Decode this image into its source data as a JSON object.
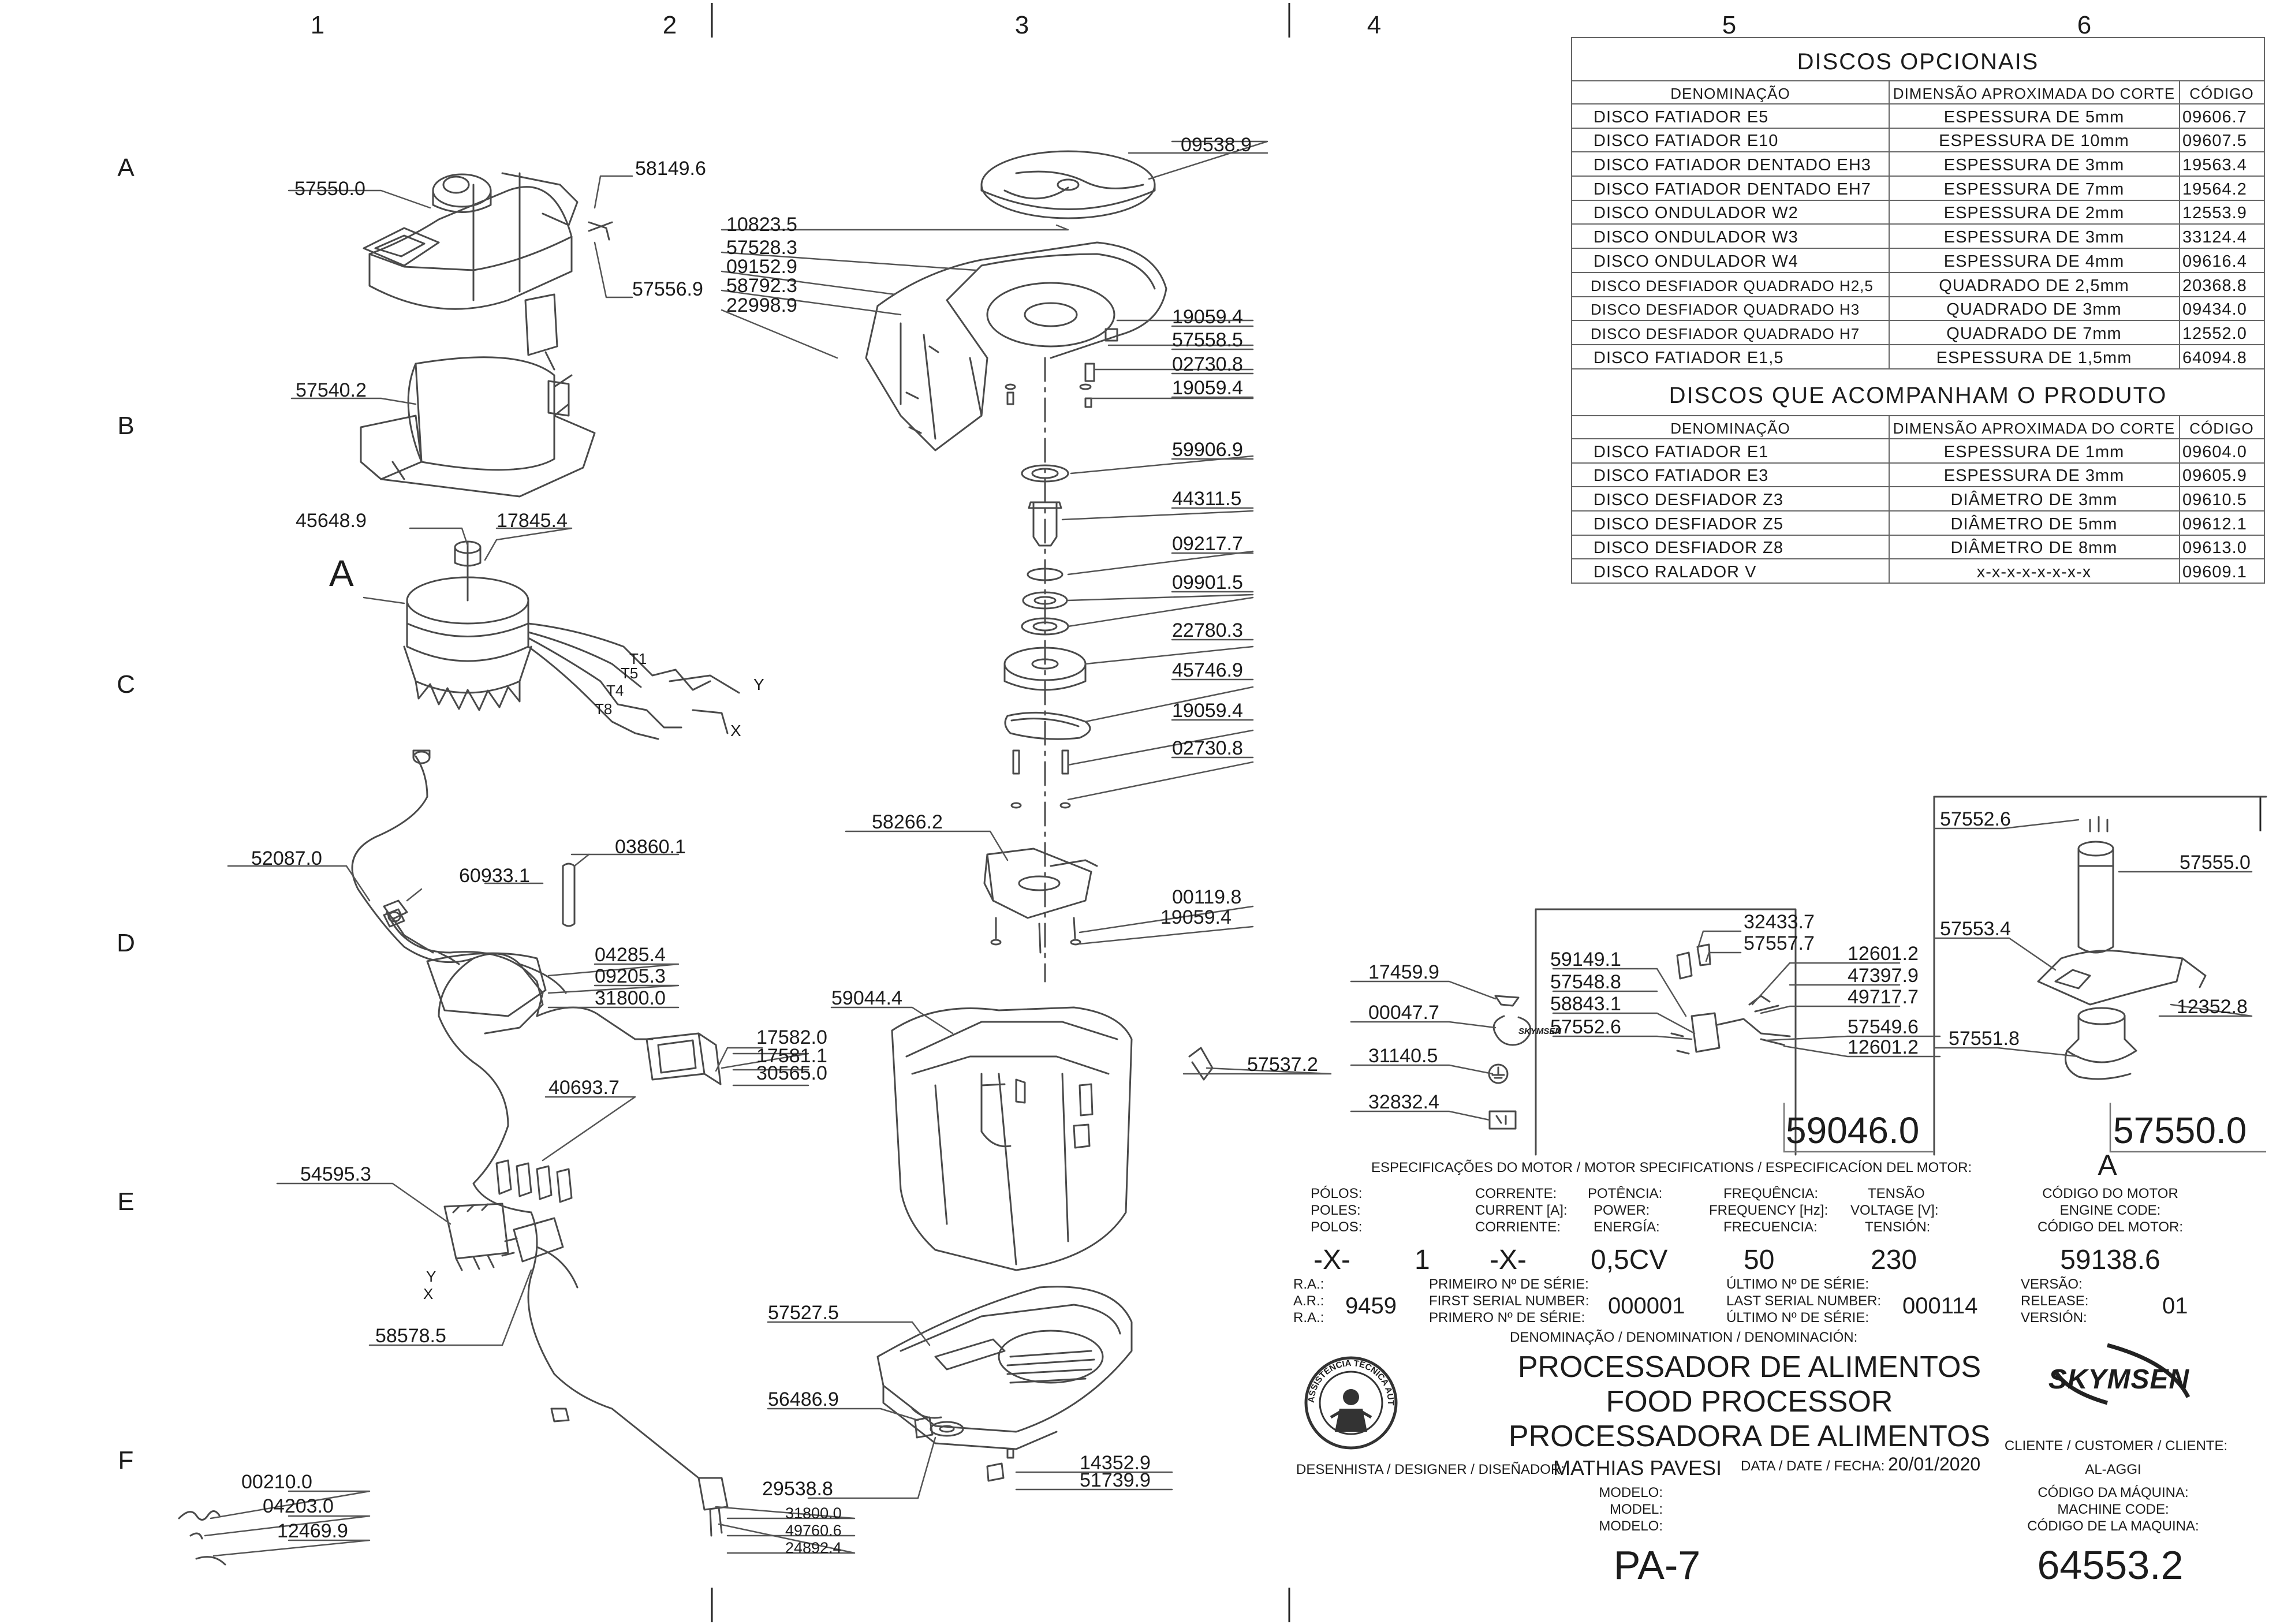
{
  "grid": {
    "columns": [
      "1",
      "2",
      "3",
      "4",
      "5",
      "6"
    ],
    "rows": [
      "A",
      "B",
      "C",
      "D",
      "E",
      "F"
    ]
  },
  "callouts": {
    "p57550_0": "57550.0",
    "p58149_6": "58149.6",
    "p57556_9": "57556.9",
    "p57540_2": "57540.2",
    "p45648_9": "45648.9",
    "p17845_4": "17845.4",
    "motor_letter": "A",
    "t1": "T1",
    "t5": "T5",
    "t4": "T4",
    "t8": "T8",
    "y_top": "Y",
    "x_top": "X",
    "p52087_0": "52087.0",
    "p60933_1": "60933.1",
    "p03860_1": "03860.1",
    "p04285_4": "04285.4",
    "p09205_3": "09205.3",
    "p31800_0_a": "31800.0",
    "p40693_7": "40693.7",
    "p17582_0": "17582.0",
    "p17581_1": "17581.1",
    "p30565_0": "30565.0",
    "p54595_3": "54595.3",
    "y_bottom": "Y",
    "x_bottom": "X",
    "p58578_5": "58578.5",
    "p00210_0": "00210.0",
    "p04203_0": "04203.0",
    "p12469_9": "12469.9",
    "p09538_9": "09538.9",
    "p10823_5": "10823.5",
    "p57528_3": "57528.3",
    "p09152_9": "09152.9",
    "p58792_3": "58792.3",
    "p22998_9": "22998.9",
    "p19059_4_a": "19059.4",
    "p57558_5": "57558.5",
    "p02730_8_a": "02730.8",
    "p19059_4_b": "19059.4",
    "p59906_9": "59906.9",
    "p44311_5": "44311.5",
    "p09217_7": "09217.7",
    "p09901_5": "09901.5",
    "p22780_3": "22780.3",
    "p45746_9": "45746.9",
    "p19059_4_c": "19059.4",
    "p02730_8_b": "02730.8",
    "p58266_2": "58266.2",
    "p00119_8": "00119.8",
    "p19059_4_d": "19059.4",
    "p59044_4": "59044.4",
    "p57537_2": "57537.2",
    "p57527_5": "57527.5",
    "p56486_9": "56486.9",
    "p29538_8": "29538.8",
    "p14352_9": "14352.9",
    "p51739_9": "51739.9",
    "p31800_0_b": "31800.0",
    "p49760_6": "49760.6",
    "p24892_4": "24892.4",
    "p17459_9": "17459.9",
    "p00047_7": "00047.7",
    "p31140_5": "31140.5",
    "p32832_4": "32832.4",
    "p32433_7": "32433.7",
    "p57557_7": "57557.7",
    "p59149_1": "59149.1",
    "p57548_8": "57548.8",
    "p58843_1": "58843.1",
    "p57552_6_a": "57552.6",
    "p12601_2_a": "12601.2",
    "p47397_9": "47397.9",
    "p49717_7": "49717.7",
    "p57549_6": "57549.6",
    "p12601_2_b": "12601.2",
    "p57552_6_b": "57552.6",
    "p57555_0": "57555.0",
    "p57553_4": "57553.4",
    "p12352_8": "12352.8",
    "p57551_8": "57551.8",
    "assembly_59046": "59046.0",
    "assembly_57550": "57550.0",
    "washer_logo_text": "SKYMSEN"
  },
  "optional_discs": {
    "title": "DISCOS OPCIONAIS",
    "headers": [
      "DENOMINAÇÃO",
      "DIMENSÃO APROXIMADA DO CORTE",
      "CÓDIGO"
    ],
    "rows": [
      [
        "DISCO FATIADOR E5",
        "ESPESSURA DE 5mm",
        "09606.7"
      ],
      [
        "DISCO FATIADOR E10",
        "ESPESSURA DE 10mm",
        "09607.5"
      ],
      [
        "DISCO FATIADOR DENTADO EH3",
        "ESPESSURA DE 3mm",
        "19563.4"
      ],
      [
        "DISCO FATIADOR DENTADO EH7",
        "ESPESSURA DE 7mm",
        "19564.2"
      ],
      [
        "DISCO ONDULADOR W2",
        "ESPESSURA DE 2mm",
        "12553.9"
      ],
      [
        "DISCO ONDULADOR W3",
        "ESPESSURA DE 3mm",
        "33124.4"
      ],
      [
        "DISCO ONDULADOR W4",
        "ESPESSURA DE 4mm",
        "09616.4"
      ],
      [
        "DISCO DESFIADOR QUADRADO H2,5",
        "QUADRADO DE 2,5mm",
        "20368.8"
      ],
      [
        "DISCO DESFIADOR QUADRADO H3",
        "QUADRADO DE 3mm",
        "09434.0"
      ],
      [
        "DISCO DESFIADOR QUADRADO H7",
        "QUADRADO DE 7mm",
        "12552.0"
      ],
      [
        "DISCO FATIADOR E1,5",
        "ESPESSURA DE 1,5mm",
        "64094.8"
      ]
    ]
  },
  "included_discs": {
    "title": "DISCOS QUE ACOMPANHAM O PRODUTO",
    "headers": [
      "DENOMINAÇÃO",
      "DIMENSÃO APROXIMADA DO CORTE",
      "CÓDIGO"
    ],
    "rows": [
      [
        "DISCO FATIADOR E1",
        "ESPESSURA DE 1mm",
        "09604.0"
      ],
      [
        "DISCO FATIADOR E3",
        "ESPESSURA DE 3mm",
        "09605.9"
      ],
      [
        "DISCO DESFIADOR Z3",
        "DIÂMETRO DE 3mm",
        "09610.5"
      ],
      [
        "DISCO DESFIADOR Z5",
        "DIÂMETRO DE 5mm",
        "09612.1"
      ],
      [
        "DISCO DESFIADOR Z8",
        "DIÂMETRO DE 8mm",
        "09613.0"
      ],
      [
        "DISCO RALADOR V",
        "x-x-x-x-x-x-x-x",
        "09609.1"
      ]
    ]
  },
  "title_block": {
    "motor_spec_heading": "ESPECIFICAÇÕES DO MOTOR / MOTOR SPECIFICATIONS / ESPECIFICACÍON DEL MOTOR:",
    "motor_letter": "A",
    "poles_labels": [
      "PÓLOS:",
      "POLES:",
      "POLOS:"
    ],
    "current_labels": [
      "CORRENTE:",
      "CURRENT [A]:",
      "CORRIENTE:"
    ],
    "power_labels": [
      "POTÊNCIA:",
      "POWER:",
      "ENERGÍA:"
    ],
    "frequency_labels": [
      "FREQUÊNCIA:",
      "FREQUENCY [Hz]:",
      "FRECUENCIA:"
    ],
    "voltage_labels": [
      "TENSÃO",
      "VOLTAGE [V]:",
      "TENSIÓN:"
    ],
    "motor_code_labels": [
      "CÓDIGO DO MOTOR",
      "ENGINE CODE:",
      "CÓDIGO DEL MOTOR:"
    ],
    "poles_value": "-X-",
    "poles_count": "1",
    "current_value": "-X-",
    "power_value": "0,5CV",
    "frequency_value": "50",
    "voltage_value": "230",
    "motor_code_value": "59138.6",
    "ra_labels": [
      "R.A.:",
      "A.R.:",
      "R.A.:"
    ],
    "ra_value": "9459",
    "first_serial_labels": [
      "PRIMEIRO Nº DE SÉRIE:",
      "FIRST SERIAL NUMBER:",
      "PRIMERO Nº DE SÉRIE:"
    ],
    "first_serial_value": "000001",
    "last_serial_labels": [
      "ÚLTIMO Nº DE SÉRIE:",
      "LAST SERIAL NUMBER:",
      "ÚLTIMO Nº DE SÉRIE:"
    ],
    "last_serial_value": "000114",
    "version_labels": [
      "VERSÃO:",
      "RELEASE:",
      "VERSIÓN:"
    ],
    "version_value": "01",
    "denomination_label": "DENOMINAÇÃO / DENOMINATION / DENOMINACIÓN:",
    "name_pt": "PROCESSADOR DE ALIMENTOS",
    "name_en": "FOOD PROCESSOR",
    "name_es": "PROCESSADORA DE ALIMENTOS",
    "brand": "SKYMSEN",
    "seal_text": "ASSISTÊNCIA TÉCNICA AUTORIZADA",
    "designer_label": "DESENHISTA / DESIGNER / DISEÑADOR:",
    "designer_value": "MATHIAS PAVESI",
    "date_label": "DATA / DATE / FECHA:",
    "date_value": "20/01/2020",
    "customer_label": "CLIENTE / CUSTOMER / CLIENTE:",
    "customer_value": "AL-AGGI",
    "model_labels": [
      "MODELO:",
      "MODEL:",
      "MODELO:"
    ],
    "model_value": "PA-7",
    "machine_code_labels": [
      "CÓDIGO DA MÁQUINA:",
      "MACHINE CODE:",
      "CÓDIGO DE LA MAQUINA:"
    ],
    "machine_code_value": "64553.2"
  },
  "colors": {
    "line": "#4a4a4a",
    "text": "#1c1c1c",
    "stamp": "#888888",
    "background": "#ffffff"
  }
}
